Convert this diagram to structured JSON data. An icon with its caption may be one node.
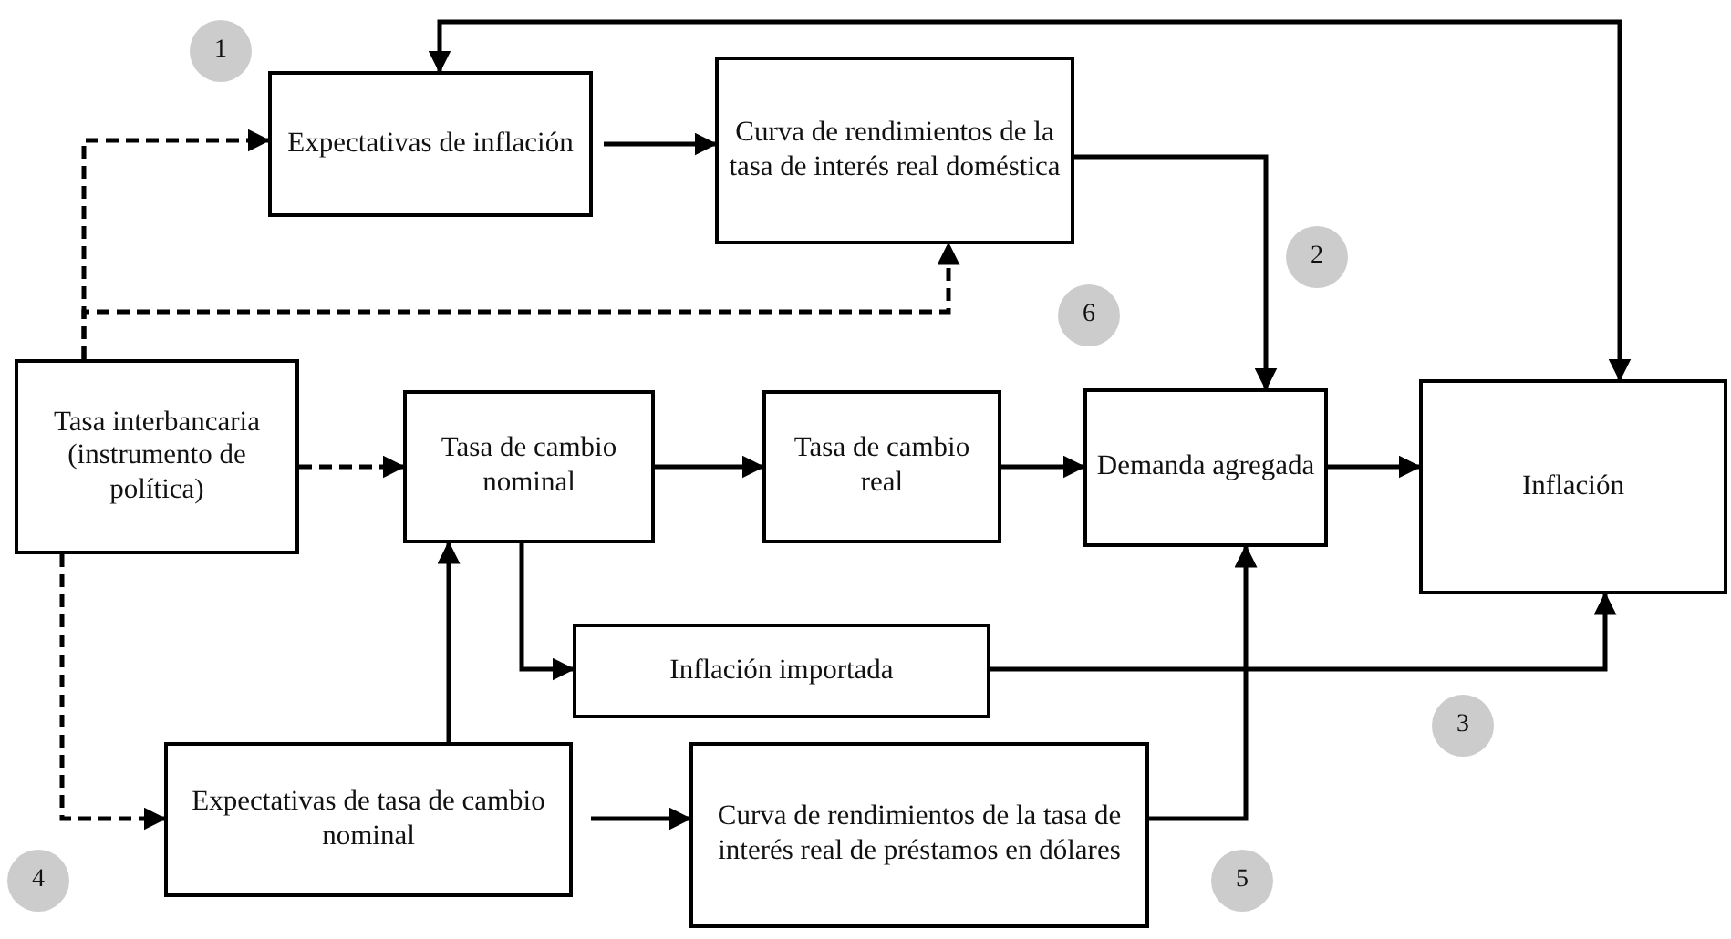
{
  "diagram": {
    "nodes": [
      {
        "text": [
          "Expectativas de inflación"
        ]
      },
      {
        "text": [
          "Curva de rendimientos de la tasa de interés real doméstica"
        ]
      },
      {
        "text": [
          "Tasa interbancaria (instrumento de política)"
        ]
      },
      {
        "text": [
          "Tasa de cambio nominal"
        ]
      },
      {
        "text": [
          "Tasa de cambio real"
        ]
      },
      {
        "text": [
          "Demanda agregada"
        ]
      },
      {
        "text": [
          "Inflación"
        ]
      },
      {
        "text": [
          "Inflación importada"
        ]
      },
      {
        "text": [
          "Expectativas de tasa de cambio nominal"
        ]
      },
      {
        "text": [
          "Curva de rendimientos de la tasa de interés real de préstamos en dólares"
        ]
      }
    ],
    "edges": [
      {
        "from": 2,
        "to": 0,
        "arrow": "to",
        "style": "dashed"
      },
      {
        "from": 2,
        "to": 1,
        "arrow": "to",
        "style": "dashed"
      },
      {
        "from": 2,
        "to": 3,
        "arrow": "to",
        "style": "dashed"
      },
      {
        "from": 2,
        "to": 8,
        "arrow": "to",
        "style": "dashed"
      },
      {
        "from": 0,
        "to": 1,
        "arrow": "to"
      },
      {
        "from": 1,
        "to": 5,
        "arrow": "to"
      },
      {
        "from": 6,
        "to": 0,
        "arrow": "both"
      },
      {
        "from": 3,
        "to": 4,
        "arrow": "to"
      },
      {
        "from": 4,
        "to": 5,
        "arrow": "to"
      },
      {
        "from": 5,
        "to": 6,
        "arrow": "to"
      },
      {
        "from": 3,
        "to": 7,
        "arrow": "to"
      },
      {
        "from": 7,
        "to": 6,
        "arrow": "to"
      },
      {
        "from": 8,
        "to": 3,
        "arrow": "to"
      },
      {
        "from": 8,
        "to": 9,
        "arrow": "to"
      },
      {
        "from": 9,
        "to": 5,
        "arrow": "to"
      }
    ],
    "labels": [
      "1",
      "2",
      "6",
      "3",
      "4",
      "5"
    ]
  }
}
